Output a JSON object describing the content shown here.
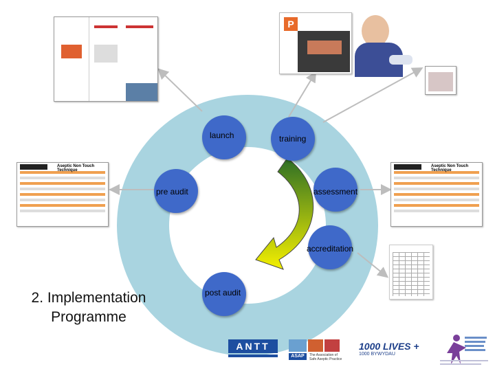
{
  "title": {
    "line1": "2. Implementation",
    "line2": "Programme"
  },
  "stages": {
    "launch": "launch",
    "training": "training",
    "pre_audit": "pre audit",
    "assessment": "assessment",
    "accreditation": "accreditation",
    "post_audit": "post audit"
  },
  "colors": {
    "ring": "#a9d4e0",
    "node": "#3f69c9",
    "arrow_from": "#3b6b2a",
    "arrow_to": "#f5f000"
  },
  "logos": {
    "antt": "ANTT",
    "asap_line1": "The Association of",
    "asap_line2": "Safe Aseptic Practice",
    "asap": "ASAP",
    "lives": "1000 LIVES +",
    "lives_sub": "1000 BYWYDAU"
  },
  "docs": {
    "left_header": "Aseptic Non Touch Technique",
    "right_header": "Aseptic Non Touch Technique"
  }
}
